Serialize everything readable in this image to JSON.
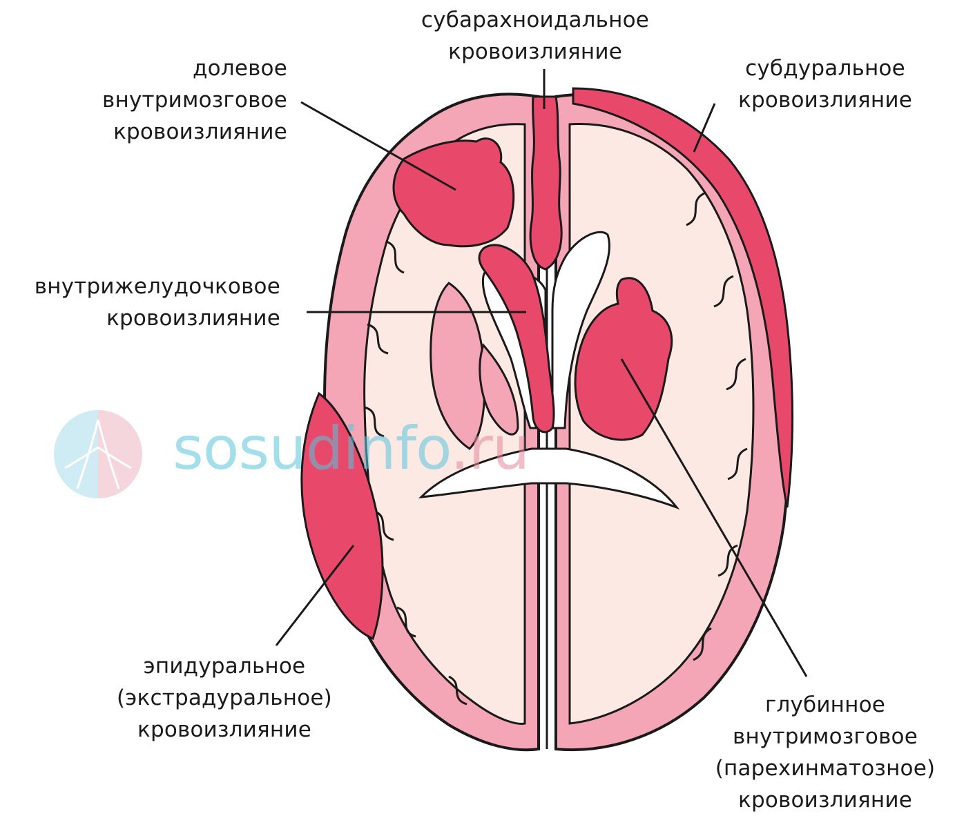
{
  "labels": {
    "subarachnoid": "субарахноидальное\nкровоизлияние",
    "lobar": "долевое\nвнутримозговое\nкровоизлияние",
    "subdural": "субдуральное\nкровоизлияние",
    "intraventricular": "внутрижелудочковое\nкровоизлияние",
    "epidural": "эпидуральное\n(экстрадуральное)\nкровоизлияние",
    "deep": "глубинное\nвнутримозговое\n(парехинматозное)\nкровоизлияние"
  },
  "watermark": {
    "name": "sosudinfo",
    "dot": ".",
    "tld": "ru"
  },
  "colors": {
    "hemorrhage": "#e8496a",
    "cortex": "#f4a6b6",
    "white_matter": "#fde9e3",
    "ventricle": "#ffffff",
    "outline": "#1a1a1a",
    "watermark_blue": "#58c6dc",
    "watermark_pink": "#e48a9c"
  }
}
